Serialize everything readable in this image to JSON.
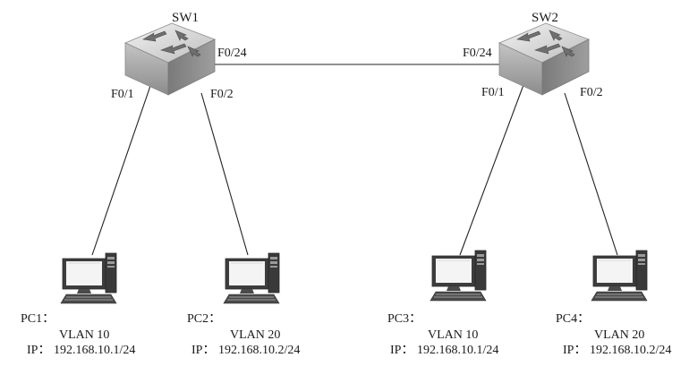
{
  "switches": [
    {
      "name": "SW1",
      "ports": {
        "uplink": "F0/24",
        "left": "F0/1",
        "right": "F0/2"
      }
    },
    {
      "name": "SW2",
      "ports": {
        "uplink": "F0/24",
        "left": "F0/1",
        "right": "F0/2"
      }
    }
  ],
  "pcs": [
    {
      "name": "PC1：",
      "vlan": "VLAN 10",
      "ip": "IP：  192.168.10.1/24"
    },
    {
      "name": "PC2：",
      "vlan": "VLAN 20",
      "ip": "IP：  192.168.10.2/24"
    },
    {
      "name": "PC3：",
      "vlan": "VLAN 10",
      "ip": "IP：  192.168.10.1/24"
    },
    {
      "name": "PC4：",
      "vlan": "VLAN 20",
      "ip": "IP：  192.168.10.2/24"
    }
  ],
  "icons": {
    "switch": "layer2-switch-icon",
    "pc": "desktop-pc-icon"
  },
  "colors": {
    "link": "#222222",
    "switch_front": "#a9a9a9",
    "switch_top": "#d6d6d6",
    "monitor": "#555555"
  }
}
